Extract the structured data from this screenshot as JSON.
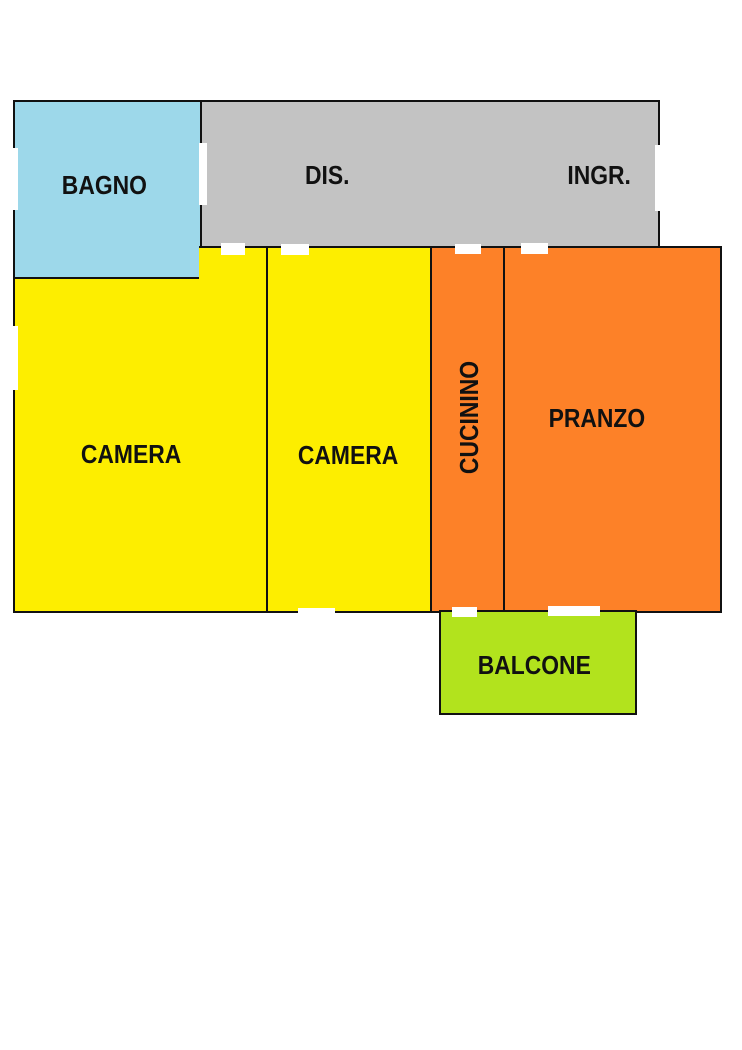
{
  "floor_plan": {
    "rooms": [
      {
        "id": "bagno",
        "label": "BAGNO",
        "color": "#9dd8ea"
      },
      {
        "id": "dis",
        "label": "DIS.",
        "color": "#c3c3c3"
      },
      {
        "id": "ingr",
        "label": "INGR.",
        "color": "#c3c3c3"
      },
      {
        "id": "camera1",
        "label": "CAMERA",
        "color": "#fdee00"
      },
      {
        "id": "camera2",
        "label": "CAMERA",
        "color": "#fdee00"
      },
      {
        "id": "cucinino",
        "label": "CUCININO",
        "color": "#fd8128"
      },
      {
        "id": "pranzo",
        "label": "PRANZO",
        "color": "#fd8128"
      },
      {
        "id": "balcone",
        "label": "BALCONE",
        "color": "#b2e31d"
      }
    ]
  }
}
